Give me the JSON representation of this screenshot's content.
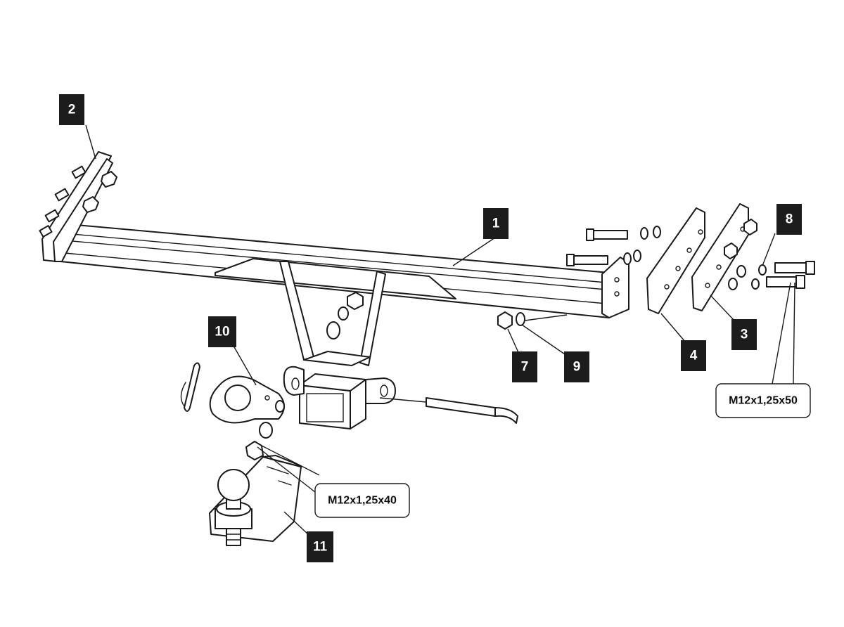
{
  "callouts": {
    "c1": "1",
    "c2": "2",
    "c3": "3",
    "c4": "4",
    "c7": "7",
    "c8": "8",
    "c9": "9",
    "c10": "10",
    "c11": "11"
  },
  "specs": {
    "bolt_m50": "M12x1,25x50",
    "bolt_m40": "M12x1,25x40"
  },
  "colors": {
    "line": "#1a1a1a",
    "callout_fill": "#1c1c1c",
    "background": "#ffffff"
  }
}
